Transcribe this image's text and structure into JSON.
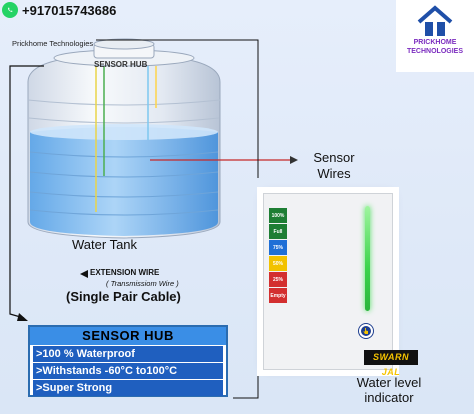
{
  "header": {
    "phone": "+917015743686",
    "brand_small": "Prickhome Technologies",
    "logo_text_line1": "PRICKHOME",
    "logo_text_line2": "TECHNOLOGIES"
  },
  "tank": {
    "top_label": "SENSOR HUB",
    "caption": "Water Tank"
  },
  "labels": {
    "sensor_wires_line1": "Sensor",
    "sensor_wires_line2": "Wires",
    "extension_wire": "EXTENSION WIRE",
    "transmission_wire": "( Transmissiom Wire )",
    "single_pair": "(Single Pair Cable)",
    "indicator_line1": "Water level",
    "indicator_line2": "indicator"
  },
  "sensor_hub_card": {
    "title": "SENSOR HUB",
    "line1": ">100 % Waterproof",
    "line2_prefix": ">Withstands  -60°C to100°C",
    "line3": ">Super Strong"
  },
  "device": {
    "scale": [
      {
        "label": "100%",
        "color": "#1e7e34"
      },
      {
        "label": "Full",
        "color": "#1e7e34"
      },
      {
        "label": "75%",
        "color": "#1f6fd6"
      },
      {
        "label": "50%",
        "color": "#f2c200"
      },
      {
        "label": "25%",
        "color": "#d32f2f"
      },
      {
        "label": "Empty",
        "color": "#d32f2f"
      }
    ],
    "brand": "SWARN JAL"
  },
  "colors": {
    "arrow_red": "#c62828",
    "wire_dark": "#111111",
    "hub_blue": "#3a8ee6"
  }
}
